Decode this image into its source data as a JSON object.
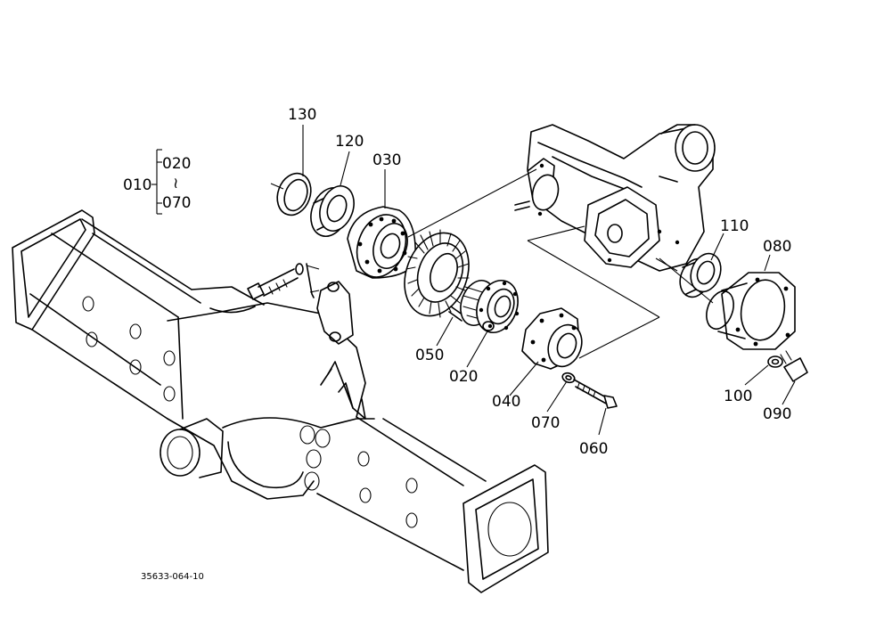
{
  "labels": {
    "p010": "010",
    "p020_group": "020",
    "p070_group": "070",
    "range_sym": "≀",
    "p130": "130",
    "p120": "120",
    "p030": "030",
    "p050": "050",
    "p020": "020",
    "p040": "040",
    "p070": "070",
    "p060": "060",
    "p110": "110",
    "p080": "080",
    "p100": "100",
    "p090": "090"
  },
  "drawing_code": "35633-064-10"
}
